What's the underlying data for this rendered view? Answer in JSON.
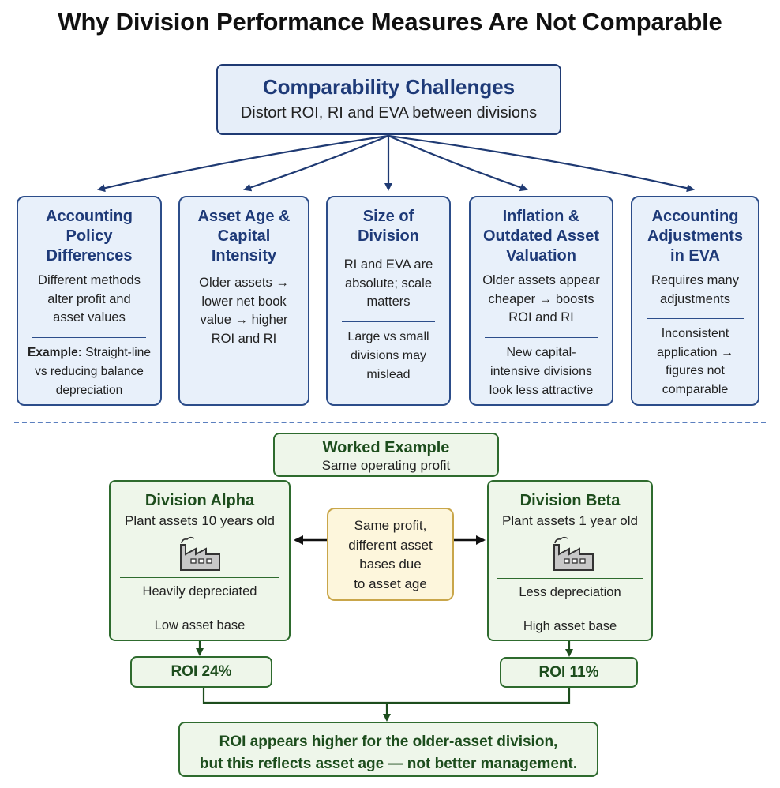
{
  "title": "Why Division Performance Measures Are Not Comparable",
  "hub": {
    "title": "Comparability Challenges",
    "subtitle": "Distort ROI, RI and EVA between divisions"
  },
  "cards": [
    {
      "title_lines": [
        "Accounting",
        "Policy",
        "Differences"
      ],
      "text_lines": [
        "Different methods",
        "alter profit and",
        "asset values"
      ],
      "example_label": "Example:",
      "example_lines": [
        " Straight-line",
        "vs reducing balance",
        "depreciation"
      ]
    },
    {
      "title_lines": [
        "Asset Age &",
        "Capital",
        "Intensity"
      ],
      "text_lines": [
        "Older assets →",
        "lower net book",
        "value → higher",
        "ROI and RI"
      ]
    },
    {
      "title_lines": [
        "Size of",
        "Division"
      ],
      "text_lines": [
        "RI and EVA are",
        "absolute; scale",
        "matters"
      ],
      "text2_lines": [
        "Large vs small",
        "divisions may",
        "mislead"
      ]
    },
    {
      "title_lines": [
        "Inflation &",
        "Outdated Asset",
        "Valuation"
      ],
      "text_lines": [
        "Older assets appear",
        "cheaper → boosts",
        "ROI and RI"
      ],
      "text2_lines": [
        "New capital-",
        "intensive divisions",
        "look less attractive"
      ]
    },
    {
      "title_lines": [
        "Accounting",
        "Adjustments",
        "in EVA"
      ],
      "text_lines": [
        "Requires many",
        "adjustments"
      ],
      "text2_lines": [
        "Inconsistent",
        "application →",
        "figures not",
        "comparable"
      ]
    }
  ],
  "worked_example": {
    "title": "Worked Example",
    "subtitle": "Same operating profit"
  },
  "alpha": {
    "title": "Division Alpha",
    "subtitle": "Plant assets 10 years old",
    "line1": "Heavily depreciated",
    "line2": "Low asset base",
    "roi": "ROI 24%"
  },
  "beta": {
    "title": "Division Beta",
    "subtitle": "Plant assets 1 year old",
    "line1": "Less depreciation",
    "line2": "High asset base",
    "roi": "ROI 11%"
  },
  "middle_note_lines": [
    "Same profit,",
    "different asset",
    "bases due",
    "to asset age"
  ],
  "conclusion_lines": [
    "ROI appears higher for the older-asset division,",
    "but this reflects asset age — not better management."
  ],
  "colors": {
    "navy": "#1e3a78",
    "card_fill": "#e8f0fa",
    "green": "#1d4d1d",
    "green_fill": "#eef6ea",
    "note_fill": "#fdf6dc",
    "note_border": "#c9a64a"
  },
  "icons": [
    "factory-icon",
    "arrow-down-icon",
    "arrow-left-icon",
    "arrow-right-icon"
  ]
}
